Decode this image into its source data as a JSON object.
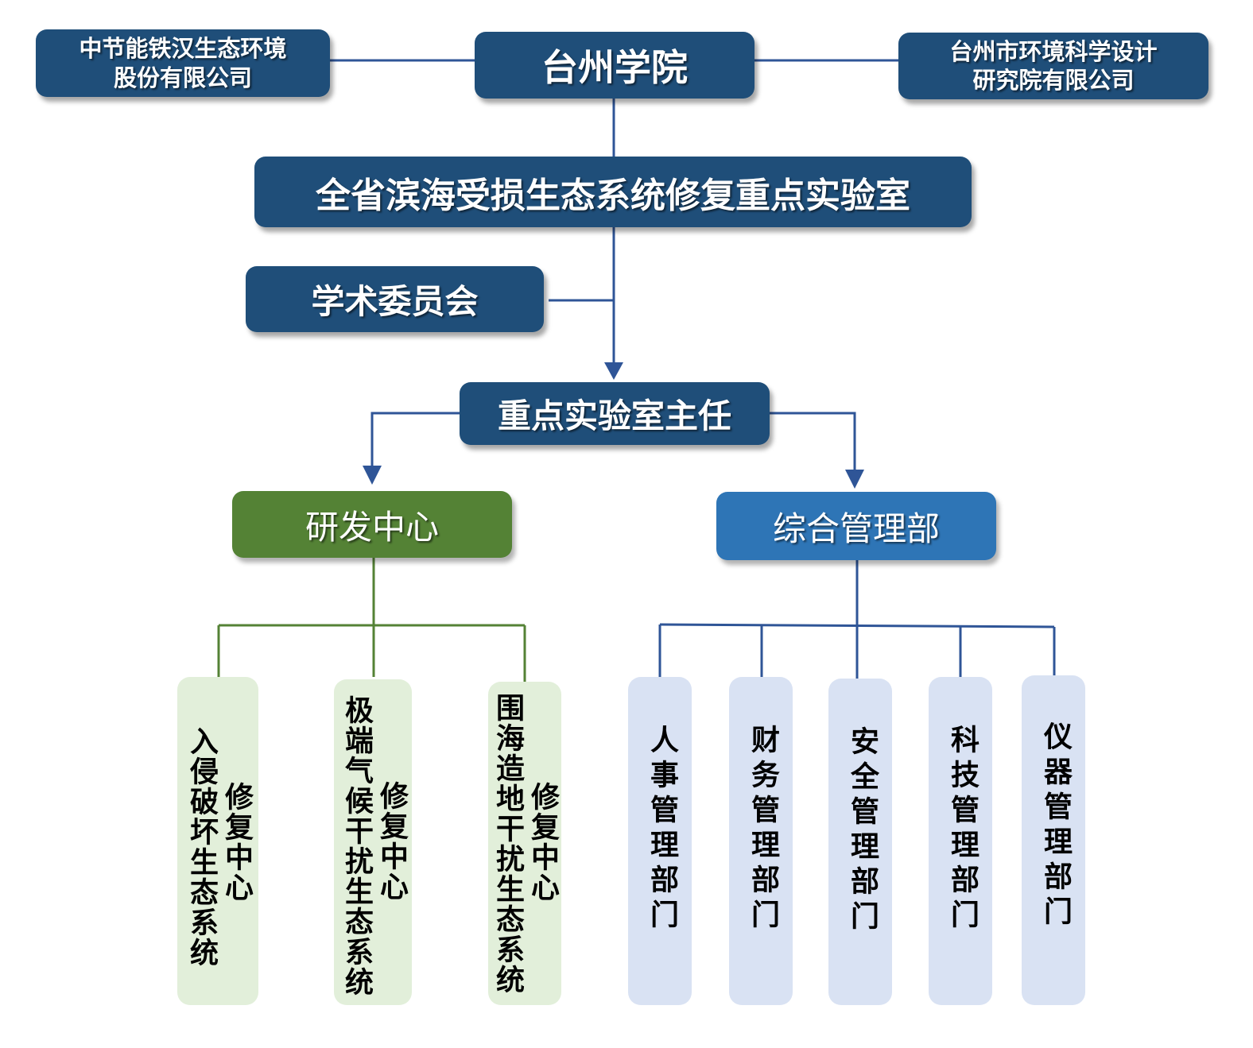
{
  "title": "台州学院",
  "partners": {
    "left": [
      "中节能铁汉生态环境",
      "股份有限公司"
    ],
    "right": [
      "台州市环境科学设计",
      "研究院有限公司"
    ]
  },
  "lab": "全省滨海受损生态系统修复重点实验室",
  "committee": "学术委员会",
  "director": "重点实验室主任",
  "rd_center": {
    "label": "研发中心",
    "children": [
      {
        "main": "入侵破坏生态系统",
        "suffix": "修复中心"
      },
      {
        "main": "极端气候干扰生态系统",
        "suffix": "修复中心"
      },
      {
        "main": "围海造地干扰生态系统",
        "suffix": "修复中心"
      }
    ]
  },
  "admin_dept": {
    "label": "综合管理部",
    "children": [
      "人事管理部门",
      "财务管理部门",
      "安全管理部门",
      "科技管理部门",
      "仪器管理部门"
    ]
  },
  "colors": {
    "dark_blue": "#1f4e79",
    "green": "#548235",
    "mid_blue": "#2e75b6",
    "light_green": "#e2efda",
    "light_blue": "#d9e2f3",
    "line_blue": "#2f5597",
    "line_green": "#548235"
  }
}
